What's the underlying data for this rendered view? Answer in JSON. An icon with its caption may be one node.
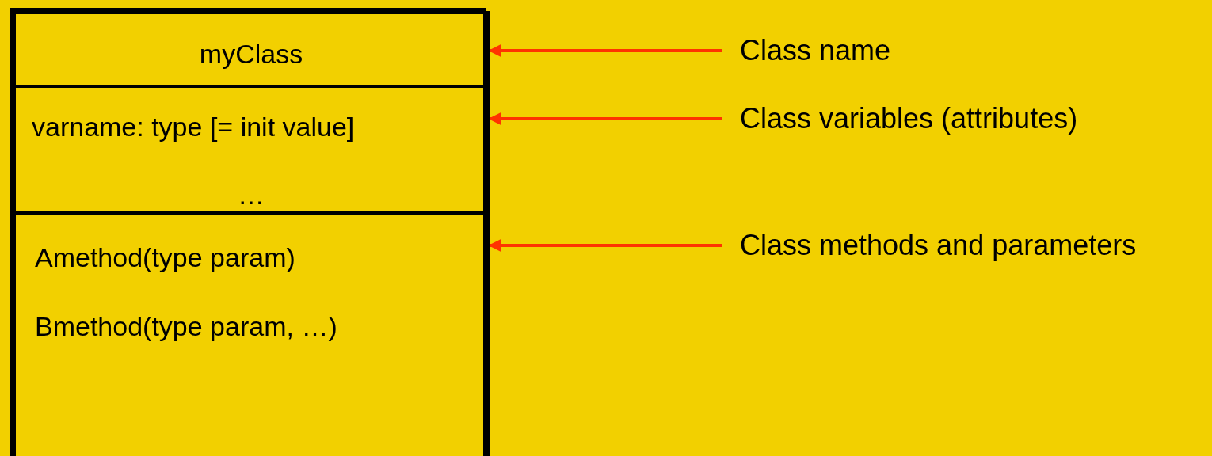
{
  "diagram": {
    "nodes": [
      {
        "text": [],
        "shape": "box"
      },
      {
        "text": [
          "myClass"
        ],
        "in": 0
      },
      {
        "text": [
          "varname: type [= init value]",
          "…"
        ],
        "in": 0
      },
      {
        "text": [
          "Amethod(type param)",
          "Bmethod(type param, …)"
        ],
        "in": 0
      },
      {
        "text": [
          "Class name"
        ]
      },
      {
        "text": [
          "Class variables (attributes)"
        ]
      },
      {
        "text": [
          "Class methods and parameters"
        ]
      }
    ],
    "edges": [
      {
        "from": 4,
        "to": 1,
        "arrow": "to"
      },
      {
        "from": 5,
        "to": 2,
        "arrow": "to"
      },
      {
        "from": 6,
        "to": 3,
        "arrow": "to"
      }
    ]
  }
}
